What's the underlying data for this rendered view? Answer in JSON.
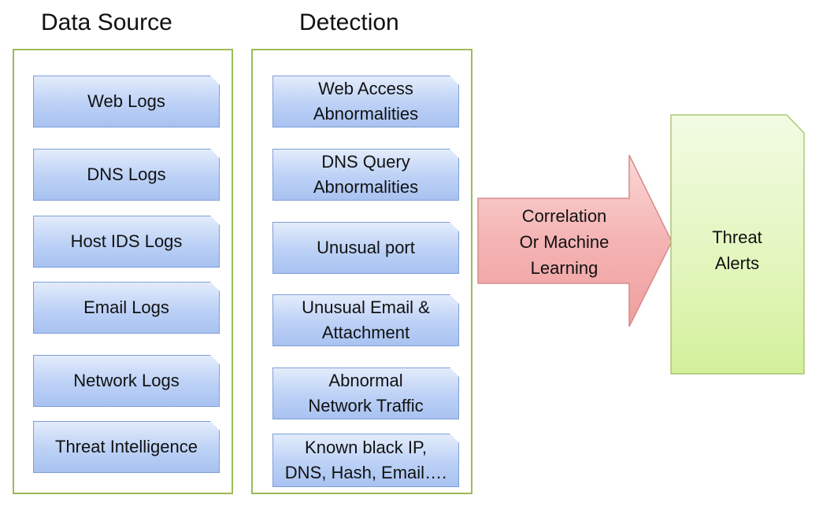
{
  "columns": {
    "data_source": {
      "title": "Data Source",
      "items": [
        "Web Logs",
        "DNS Logs",
        "Host IDS Logs",
        "Email Logs",
        "Network Logs",
        "Threat Intelligence"
      ]
    },
    "detection": {
      "title": "Detection",
      "items": [
        "Web Access\nAbnormalities",
        "DNS Query\nAbnormalities",
        "Unusual port",
        "Unusual Email &\nAttachment",
        "Abnormal\nNetwork Traffic",
        "Known black IP,\nDNS, Hash, Email…."
      ]
    }
  },
  "arrow": {
    "label": "Correlation\nOr Machine\nLearning"
  },
  "output": {
    "label": "Threat\nAlerts"
  },
  "colors": {
    "frame_border": "#9bbb59",
    "card_fill": "#bcd1f6",
    "card_border": "#7f9fd8",
    "arrow_fill": "#f4b3b3",
    "arrow_border": "#d98a8a",
    "alerts_fill": "#e6f7c4",
    "alerts_border": "#9bbb59"
  }
}
